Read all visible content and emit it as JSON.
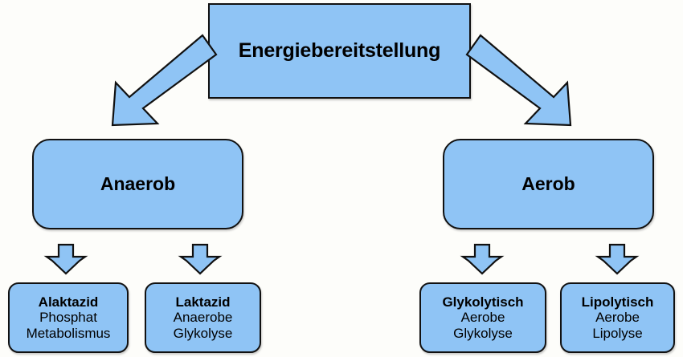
{
  "diagram": {
    "title": "Energiebereitstellung",
    "language": "de",
    "colors": {
      "node_fill": "#8FC4F5",
      "node_border": "#111111",
      "arrow_fill": "#8FC4F5",
      "background": "#fdfdfa",
      "text": "#000000"
    },
    "root": {
      "label": "Energiebereitstellung"
    },
    "branches": [
      {
        "id": "anaerob",
        "label": "Anaerob"
      },
      {
        "id": "aerob",
        "label": "Aerob"
      }
    ],
    "leaves": [
      {
        "id": "alaktazid",
        "title": "Alaktazid",
        "line1": "Phosphat",
        "line2": "Metabolismus",
        "parent": "anaerob"
      },
      {
        "id": "laktazid",
        "title": "Laktazid",
        "line1": "Anaerobe",
        "line2": "Glykolyse",
        "parent": "anaerob"
      },
      {
        "id": "glykolytisch",
        "title": "Glykolytisch",
        "line1": "Aerobe",
        "line2": "Glykolyse",
        "parent": "aerob"
      },
      {
        "id": "lipolytisch",
        "title": "Lipolytisch",
        "line1": "Aerobe",
        "line2": "Lipolyse",
        "parent": "aerob"
      }
    ],
    "arrows": [
      {
        "id": "root-to-anaerob",
        "icon": "block-arrow-down-left-icon",
        "from": "root",
        "to": "anaerob"
      },
      {
        "id": "root-to-aerob",
        "icon": "block-arrow-down-right-icon",
        "from": "root",
        "to": "aerob"
      },
      {
        "id": "anaerob-to-alaktazid",
        "icon": "block-arrow-down-icon",
        "from": "anaerob",
        "to": "alaktazid"
      },
      {
        "id": "anaerob-to-laktazid",
        "icon": "block-arrow-down-icon",
        "from": "anaerob",
        "to": "laktazid"
      },
      {
        "id": "aerob-to-glykolytisch",
        "icon": "block-arrow-down-icon",
        "from": "aerob",
        "to": "glykolytisch"
      },
      {
        "id": "aerob-to-lipolytisch",
        "icon": "block-arrow-down-icon",
        "from": "aerob",
        "to": "lipolytisch"
      }
    ]
  }
}
